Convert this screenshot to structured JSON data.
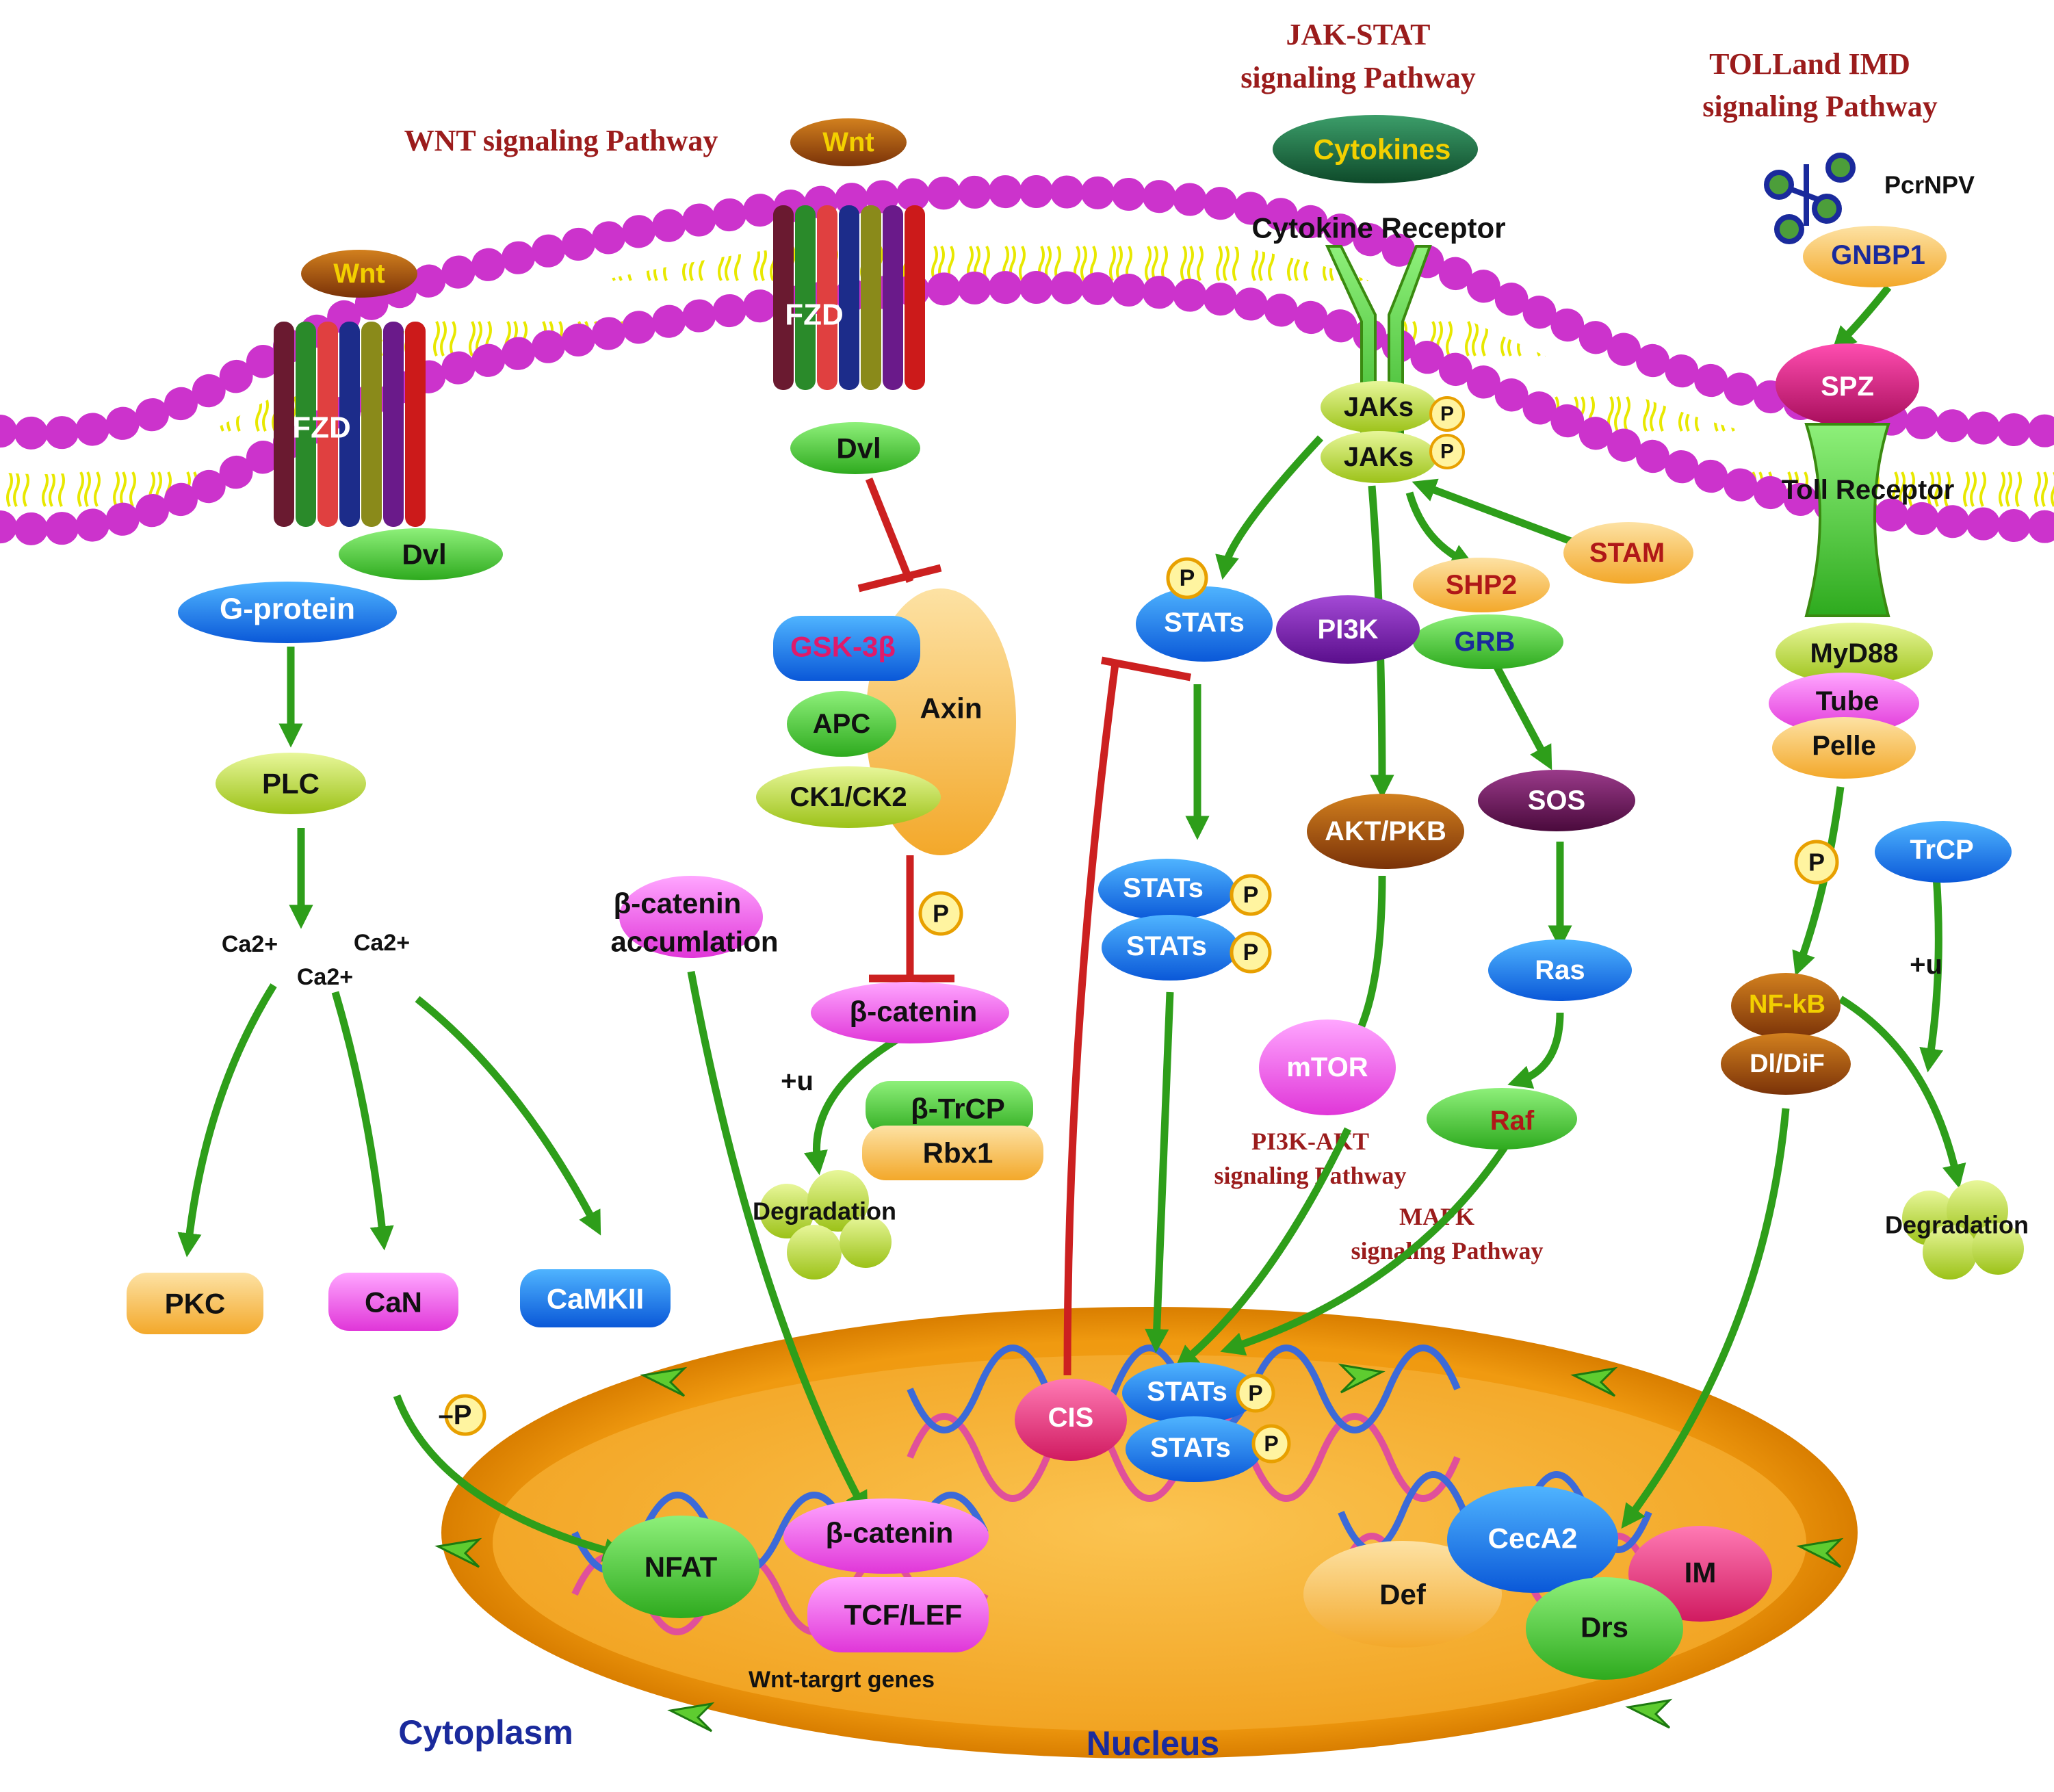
{
  "titles": {
    "wnt": "WNT signaling Pathway",
    "jak_line1": "JAK-STAT",
    "jak_line2": "signaling Pathway",
    "toll_line1": "TOLLand IMD",
    "toll_line2": "signaling Pathway",
    "pi3k_line1": "PI3K-AKT",
    "pi3k_line2": "signaling Pathway",
    "mapk_line1": "MAPK",
    "mapk_line2": "signaling Pathway"
  },
  "wnt_left": {
    "wnt": "Wnt",
    "fzd": "FZD",
    "dvl": "Dvl",
    "gprotein": "G-protein",
    "plc": "PLC",
    "ca1": "Ca2+",
    "ca2": "Ca2+",
    "ca3": "Ca2+",
    "pkc": "PKC",
    "can": "CaN",
    "camkii": "CaMKII",
    "minus_p": "–P"
  },
  "wnt_mid": {
    "wnt": "Wnt",
    "fzd": "FZD",
    "dvl": "Dvl",
    "gsk": "GSK-3β",
    "axin": "Axin",
    "apc": "APC",
    "ck": "CK1/CK2",
    "p": "P",
    "bcat_acc_1": "β-catenin",
    "bcat_acc_2": "accumlation",
    "bcat": "β-catenin",
    "plus_u": "+u",
    "btrcp": "β-TrCP",
    "rbx1": "Rbx1",
    "degradation": "Degradation"
  },
  "jak": {
    "cytokines": "Cytokines",
    "receptor": "Cytokine Receptor",
    "jaks1": "JAKs",
    "jaks2": "JAKs",
    "p": "P",
    "stats_top": "STATs",
    "shp2": "SHP2",
    "grb": "GRB",
    "stam": "STAM",
    "pi3k": "PI3K",
    "akt": "AKT/PKB",
    "mtor": "mTOR",
    "sos": "SOS",
    "ras": "Ras",
    "raf": "Raf",
    "stats_a": "STATs",
    "stats_b": "STATs"
  },
  "toll": {
    "pcrnpv": "PcrNPV",
    "gnbp1": "GNBP1",
    "spz": "SPZ",
    "receptor": "Toll Receptor",
    "myd88": "MyD88",
    "tube": "Tube",
    "pelle": "Pelle",
    "p": "P",
    "trcp": "TrCP",
    "plus_u": "+u",
    "nfkb": "NF-kB",
    "dldif": "Dl/DiF",
    "degradation": "Degradation"
  },
  "nucleus": {
    "cis": "CIS",
    "stats_a": "STATs",
    "stats_b": "STATs",
    "nfat": "NFAT",
    "bcat": "β-catenin",
    "tcf": "TCF/LEF",
    "wnt_genes": "Wnt-targrt genes",
    "ceca2": "CecA2",
    "im": "IM",
    "def": "Def",
    "drs": "Drs",
    "cytoplasm": "Cytoplasm",
    "nucleus": "Nucleus"
  },
  "colors": {
    "title_red": "#9b1c1c",
    "arrow_green": "#2e9e1a",
    "inhibit_red": "#cc2020",
    "lipid_head": "#cc33cc",
    "lipid_tail": "#e8e800",
    "nucleus_outer": "#f09a10",
    "nucleus_inner": "#f7b02c",
    "label_blue": "#1a2a9c"
  }
}
